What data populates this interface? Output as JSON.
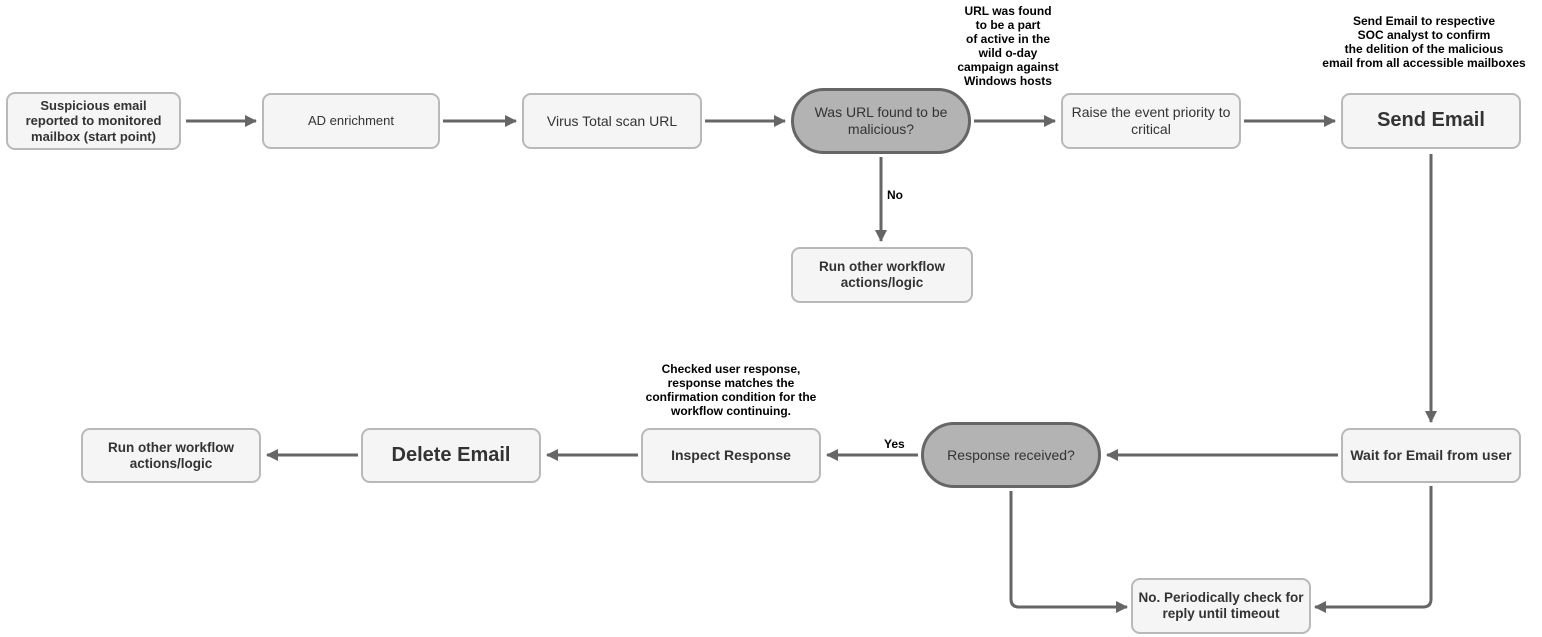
{
  "diagram": {
    "type": "flowchart",
    "colors": {
      "background": "#ffffff",
      "process_fill": "#f5f5f5",
      "process_border": "#b9b9b9",
      "decision_fill": "#b3b3b3",
      "decision_border": "#666666",
      "connector": "#666666",
      "text": "#333333"
    },
    "nodes": {
      "start": {
        "type": "process",
        "label": "Suspicious email\nreported to monitored\nmailbox (start point)"
      },
      "ad_enrichment": {
        "type": "process",
        "label": "AD enrichment"
      },
      "virus_total": {
        "type": "process",
        "label": "Virus Total scan URL"
      },
      "url_malicious_decision": {
        "type": "decision",
        "label": "Was URL found to be\nmalicious?"
      },
      "raise_priority": {
        "type": "process",
        "label": "Raise the event priority to\ncritical"
      },
      "send_email": {
        "type": "process",
        "label": "Send Email"
      },
      "run_other_workflow_top": {
        "type": "process",
        "label": "Run other workflow\nactions/logic"
      },
      "wait_for_email": {
        "type": "process",
        "label": "Wait for Email from user"
      },
      "response_received_decision": {
        "type": "decision",
        "label": "Response received?"
      },
      "inspect_response": {
        "type": "process",
        "label": "Inspect Response"
      },
      "delete_email": {
        "type": "process",
        "label": "Delete Email"
      },
      "run_other_workflow_bottom": {
        "type": "process",
        "label": "Run other workflow\nactions/logic"
      },
      "periodic_check": {
        "type": "process",
        "label": "No. Periodically check for\nreply until timeout"
      }
    },
    "edge_labels": {
      "no": "No",
      "yes": "Yes"
    },
    "annotations": {
      "url_campaign": "URL was found\nto be a part\nof active in the\nwild o-day\ncampaign against\nWindows hosts",
      "send_email_note": "Send Email to respective\nSOC analyst to confirm\nthe delition of the malicious\nemail from all accessible mailboxes",
      "inspect_note": "Checked user response,\nresponse matches the\nconfirmation condition for the\nworkflow continuing."
    }
  }
}
